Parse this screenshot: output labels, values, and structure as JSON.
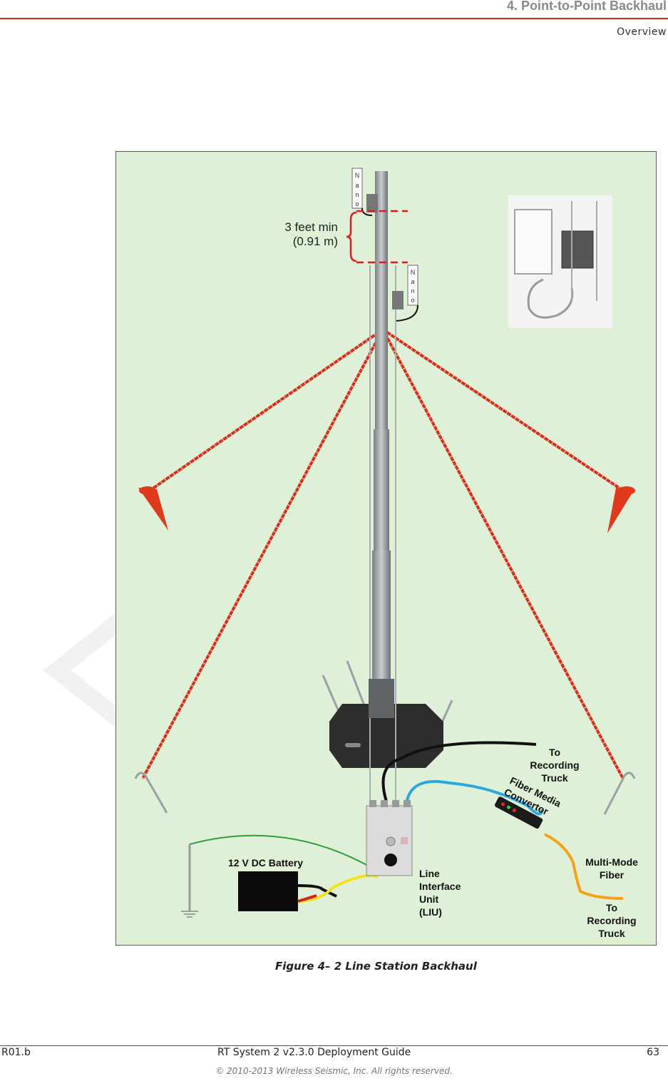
{
  "header": {
    "chapter": "4. Point-to-Point Backhaul",
    "section": "Overview"
  },
  "figure": {
    "radio_label_top": "N a n o",
    "radio_label_bottom": "N a n o",
    "spacing_line1": "3 feet min",
    "spacing_line2": "(0.91 m)",
    "to_truck_top": [
      "To",
      "Recording",
      "Truck"
    ],
    "fiber_media": [
      "Fiber Media",
      "Convertor"
    ],
    "battery": "12 V DC Battery",
    "liu": [
      "Line",
      "Interface",
      "Unit",
      "(LIU)"
    ],
    "multi_mode": [
      "Multi-Mode",
      "Fiber"
    ],
    "to_truck_bottom": [
      "To",
      "Recording",
      "Truck"
    ],
    "colors": {
      "guy_line": "#d6311f",
      "fiber": "#29a9e0",
      "mm_fiber": "#f5a21b",
      "ground": "#2e9e3f",
      "background": "#dff0d6"
    }
  },
  "caption": "Figure 4– 2  Line Station Backhaul",
  "footer": {
    "left": "R01.b",
    "center": "RT System 2 v2.3.0 Deployment Guide",
    "page": "63",
    "copyright": "© 2010-2013 Wireless Seismic, Inc. All rights reserved."
  }
}
